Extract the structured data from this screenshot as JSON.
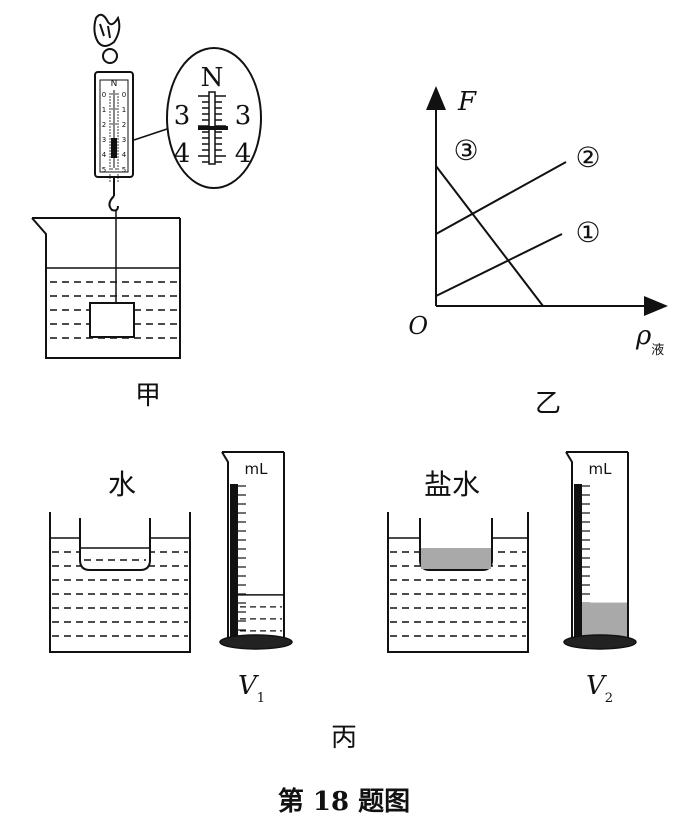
{
  "figure_caption": "第 18 题图",
  "panel_jia": {
    "label": "甲",
    "scale_unit": "N",
    "scale_ticks": [
      "0",
      "1",
      "2",
      "3",
      "4",
      "5"
    ],
    "zoom_unit": "N",
    "zoom_left_top": "3",
    "zoom_right_top": "3",
    "zoom_left_bottom": "4",
    "zoom_right_bottom": "4"
  },
  "panel_yi": {
    "label": "乙",
    "y_axis": "F",
    "x_axis_main": "ρ",
    "x_axis_sub": "液",
    "origin": "O",
    "line_labels": [
      "①",
      "②",
      "③"
    ]
  },
  "panel_bing": {
    "label": "丙",
    "left_liquid": "水",
    "right_liquid": "盐水",
    "cylinder_unit": "mL",
    "left_volume": "V",
    "left_volume_sub": "1",
    "right_volume": "V",
    "right_volume_sub": "2",
    "left_fill_fraction": 0.28,
    "right_fill_fraction": 0.23
  },
  "colors": {
    "ink": "#111111",
    "brine": "#a9a9a9",
    "paper": "#ffffff"
  }
}
